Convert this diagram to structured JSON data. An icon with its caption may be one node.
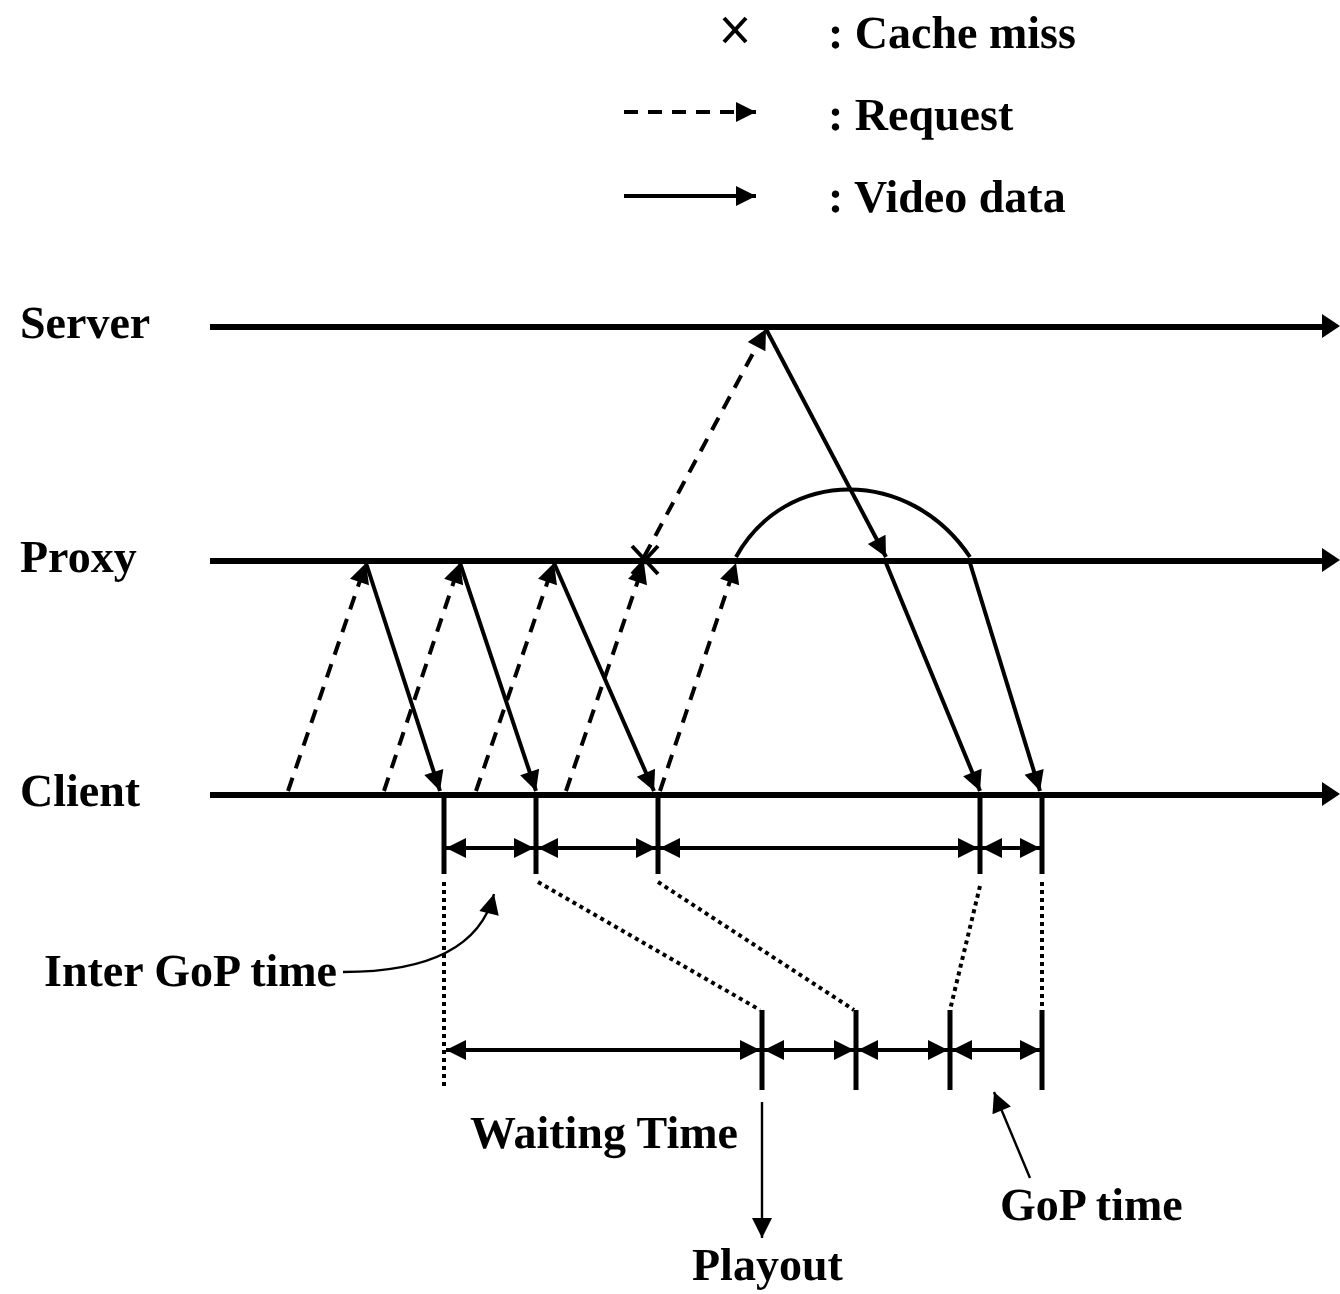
{
  "diagram": {
    "nodes": [
      {
        "text": [
          "Server"
        ]
      },
      {
        "text": [
          "Proxy"
        ]
      },
      {
        "text": [
          "Client"
        ]
      },
      {
        "text": [
          "Inter GoP time"
        ]
      },
      {
        "text": [
          "Playout"
        ]
      },
      {
        "text": [
          "GoP time"
        ]
      }
    ],
    "edges": [
      {
        "from": 2,
        "to": 1,
        "arrow": "to",
        "style": "dashed"
      },
      {
        "from": 1,
        "to": 2,
        "arrow": "to"
      },
      {
        "from": 2,
        "to": 1,
        "arrow": "to",
        "style": "dashed"
      },
      {
        "from": 1,
        "to": 2,
        "arrow": "to"
      },
      {
        "from": 2,
        "to": 1,
        "arrow": "to",
        "style": "dashed"
      },
      {
        "from": 1,
        "to": 2,
        "arrow": "to"
      },
      {
        "from": 2,
        "to": 1,
        "arrow": "to",
        "style": "dashed"
      },
      {
        "from": 1,
        "to": 0,
        "arrow": "to",
        "style": "dashed"
      },
      {
        "from": 0,
        "to": 1,
        "arrow": "to"
      },
      {
        "from": 1,
        "to": 2,
        "arrow": "to"
      },
      {
        "from": 2,
        "to": 1,
        "arrow": "to",
        "style": "dashed"
      },
      {
        "from": 1,
        "to": 1,
        "arrow": "none"
      },
      {
        "from": 1,
        "to": 2,
        "arrow": "to"
      },
      {
        "from": 3,
        "to": null,
        "arrow": "to"
      },
      {
        "from": null,
        "to": 4,
        "arrow": "to"
      },
      {
        "from": 5,
        "to": null,
        "arrow": "to"
      }
    ],
    "labels": [
      "Waiting Time"
    ],
    "legend": [
      {
        "text": ": Cache miss"
      },
      {
        "text": ": Request"
      },
      {
        "text": ": Video data"
      }
    ]
  }
}
